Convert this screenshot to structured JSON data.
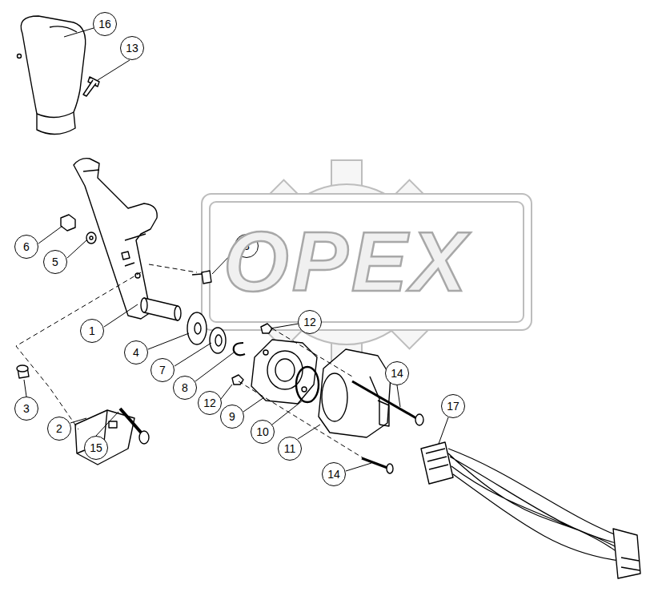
{
  "diagram": {
    "nodes": [
      {
        "text": [
          "16"
        ]
      },
      {
        "text": [
          "13"
        ]
      },
      {
        "text": [
          "6"
        ]
      },
      {
        "text": [
          "3"
        ]
      },
      {
        "text": [
          "5"
        ]
      },
      {
        "text": [
          "12"
        ]
      },
      {
        "text": [
          "1"
        ]
      },
      {
        "text": [
          "4"
        ]
      },
      {
        "text": [
          "14"
        ]
      },
      {
        "text": [
          "7"
        ]
      },
      {
        "text": [
          "8"
        ]
      },
      {
        "text": [
          "3"
        ]
      },
      {
        "text": [
          "12"
        ]
      },
      {
        "text": [
          "17"
        ]
      },
      {
        "text": [
          "9"
        ]
      },
      {
        "text": [
          "2"
        ]
      },
      {
        "text": [
          "10"
        ]
      },
      {
        "text": [
          "11"
        ]
      },
      {
        "text": [
          "15"
        ]
      },
      {
        "text": [
          "14"
        ]
      }
    ],
    "edges": [],
    "labels": [
      "OPEX"
    ]
  }
}
